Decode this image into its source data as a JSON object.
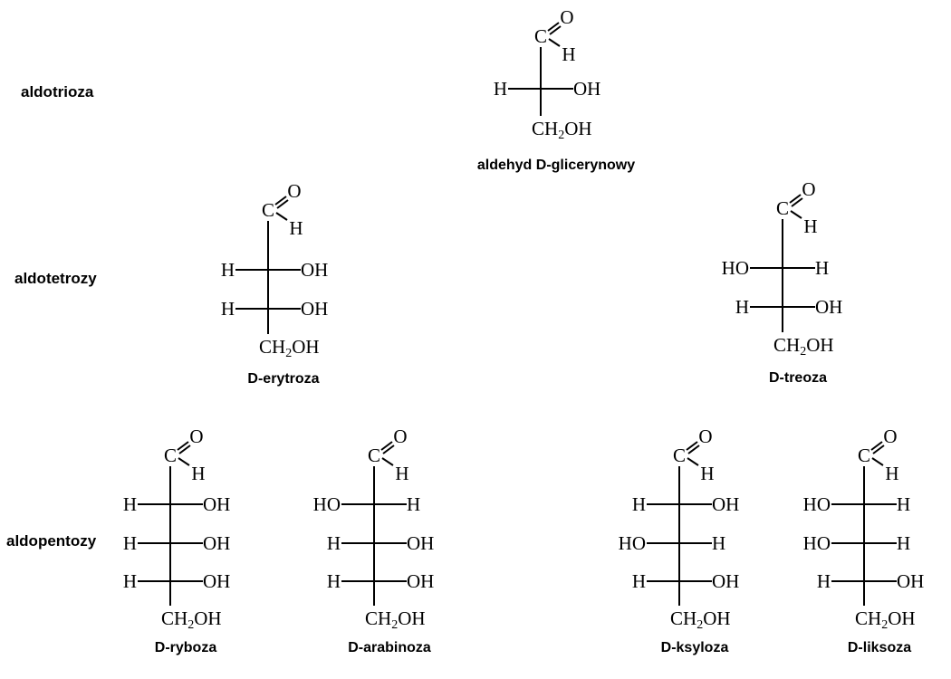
{
  "categories": [
    {
      "id": "triose",
      "label": "aldotrioza"
    },
    {
      "id": "tetrose",
      "label": "aldotetrozy"
    },
    {
      "id": "pentose",
      "label": "aldopentozy"
    }
  ],
  "molecules": [
    {
      "name": "aldehyd D-glicerynowy",
      "category": "triose",
      "top": {
        "carbonyl": "C",
        "oxygen": "O",
        "hydrogen": "H"
      },
      "rows": [
        {
          "left": "H",
          "right": "OH"
        }
      ],
      "bottom": {
        "main": "CH",
        "sub": "2",
        "tail": "OH"
      }
    },
    {
      "name": "D-erytroza",
      "category": "tetrose",
      "top": {
        "carbonyl": "C",
        "oxygen": "O",
        "hydrogen": "H"
      },
      "rows": [
        {
          "left": "H",
          "right": "OH"
        },
        {
          "left": "H",
          "right": "OH"
        }
      ],
      "bottom": {
        "main": "CH",
        "sub": "2",
        "tail": "OH"
      }
    },
    {
      "name": "D-treoza",
      "category": "tetrose",
      "top": {
        "carbonyl": "C",
        "oxygen": "O",
        "hydrogen": "H"
      },
      "rows": [
        {
          "left": "HO",
          "right": "H"
        },
        {
          "left": "H",
          "right": "OH"
        }
      ],
      "bottom": {
        "main": "CH",
        "sub": "2",
        "tail": "OH"
      }
    },
    {
      "name": "D-ryboza",
      "category": "pentose",
      "top": {
        "carbonyl": "C",
        "oxygen": "O",
        "hydrogen": "H"
      },
      "rows": [
        {
          "left": "H",
          "right": "OH"
        },
        {
          "left": "H",
          "right": "OH"
        },
        {
          "left": "H",
          "right": "OH"
        }
      ],
      "bottom": {
        "main": "CH",
        "sub": "2",
        "tail": "OH"
      }
    },
    {
      "name": "D-arabinoza",
      "category": "pentose",
      "top": {
        "carbonyl": "C",
        "oxygen": "O",
        "hydrogen": "H"
      },
      "rows": [
        {
          "left": "HO",
          "right": "H"
        },
        {
          "left": "H",
          "right": "OH"
        },
        {
          "left": "H",
          "right": "OH"
        }
      ],
      "bottom": {
        "main": "CH",
        "sub": "2",
        "tail": "OH"
      }
    },
    {
      "name": "D-ksyloza",
      "category": "pentose",
      "top": {
        "carbonyl": "C",
        "oxygen": "O",
        "hydrogen": "H"
      },
      "rows": [
        {
          "left": "H",
          "right": "OH"
        },
        {
          "left": "HO",
          "right": "H"
        },
        {
          "left": "H",
          "right": "OH"
        }
      ],
      "bottom": {
        "main": "CH",
        "sub": "2",
        "tail": "OH"
      }
    },
    {
      "name": "D-liksoza",
      "category": "pentose",
      "top": {
        "carbonyl": "C",
        "oxygen": "O",
        "hydrogen": "H"
      },
      "rows": [
        {
          "left": "HO",
          "right": "H"
        },
        {
          "left": "HO",
          "right": "H"
        },
        {
          "left": "H",
          "right": "OH"
        }
      ],
      "bottom": {
        "main": "CH",
        "sub": "2",
        "tail": "OH"
      }
    }
  ]
}
